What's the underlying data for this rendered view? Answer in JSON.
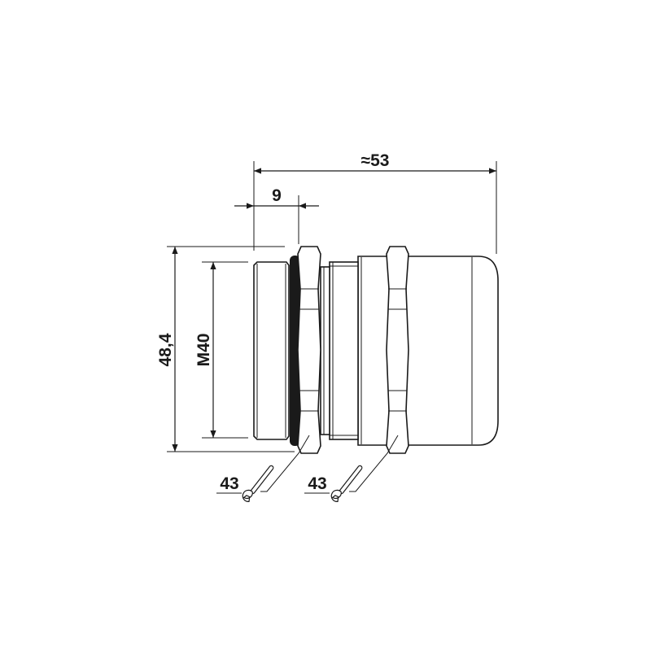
{
  "dimensions": {
    "overall_length": "≈53",
    "thread_length": "9",
    "hex_width": "48,4",
    "thread_size": "M40",
    "wrench_size_left": "43",
    "wrench_size_right": "43"
  },
  "colors": {
    "line": "#1a1a1a",
    "seal": "#1a1a1a"
  }
}
